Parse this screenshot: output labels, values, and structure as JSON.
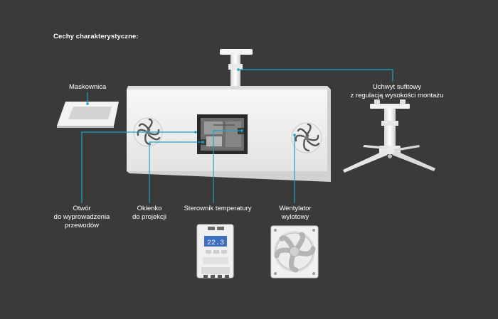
{
  "heading": "Cechy charakterystyczne:",
  "labels": {
    "mask": "Maskownica",
    "mount": [
      "Uchwyt sufitowy",
      "z regulacją wysokości montażu"
    ],
    "cable": [
      "Otwór",
      "do wyprowadzenia",
      "przewodów"
    ],
    "window": [
      "Okienko",
      "do projekcji"
    ],
    "controller": "Sterownik temperatury",
    "fan": [
      "Wentylator",
      "wylotowy"
    ]
  },
  "controller_display": "22.3",
  "colors": {
    "background": "#3a3a3a",
    "leader": "#1aa3c8",
    "housing": "#f2f2f2",
    "text": "#ffffff"
  }
}
